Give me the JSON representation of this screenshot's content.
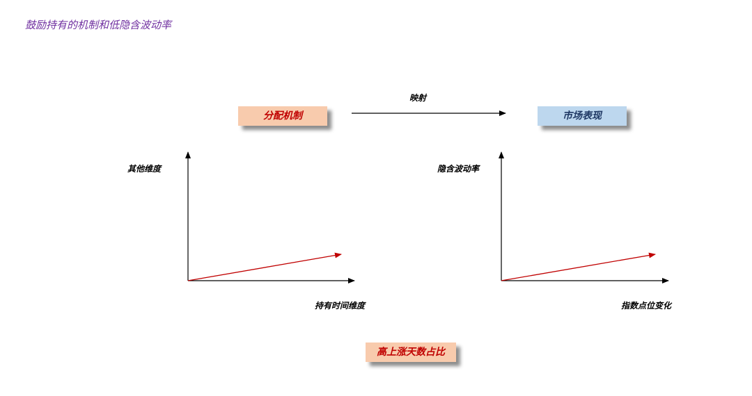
{
  "title": "鼓励持有的机制和低隐含波动率",
  "boxes": {
    "allocation": "分配机制",
    "market": "市场表现",
    "ratio": "高上涨天数占比"
  },
  "arrow_label": "映射",
  "left_chart": {
    "ylabel": "其他维度",
    "xlabel": "持有时间维度"
  },
  "right_chart": {
    "ylabel": "隐含波动率",
    "xlabel": "指数点位变化"
  },
  "colors": {
    "title": "#7030a0",
    "accent_red": "#c00000",
    "box_orange": "#f8cbad",
    "box_blue": "#bdd7ee"
  }
}
